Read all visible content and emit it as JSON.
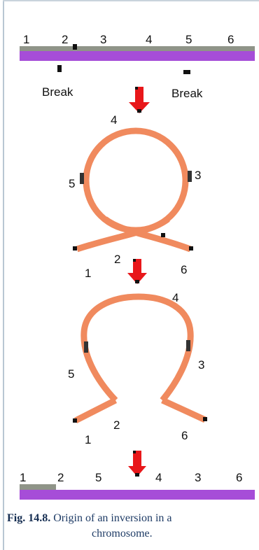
{
  "top_chromosome": {
    "labels": [
      "1",
      "2",
      "3",
      "4",
      "5",
      "6"
    ],
    "break_labels": [
      "Break",
      "Break"
    ]
  },
  "loop": {
    "labels": [
      "4",
      "5",
      "3",
      "2",
      "1",
      "6"
    ]
  },
  "omega": {
    "labels": [
      "4",
      "5",
      "3",
      "2",
      "1",
      "6"
    ]
  },
  "bottom_chromosome": {
    "labels": [
      "1",
      "2",
      "5",
      "4",
      "3",
      "6"
    ]
  },
  "caption": {
    "figure": "Fig. 14.8.",
    "text_line1": "Origin of an inversion in a",
    "text_line2": "chromosome."
  },
  "colors": {
    "chromosome": "#a64dd8",
    "chromosome_top_stripe": "#8f9488",
    "loop_strand": "#f08a5e",
    "arrow": "#e8171a",
    "caption_text": "#1f3c66"
  }
}
